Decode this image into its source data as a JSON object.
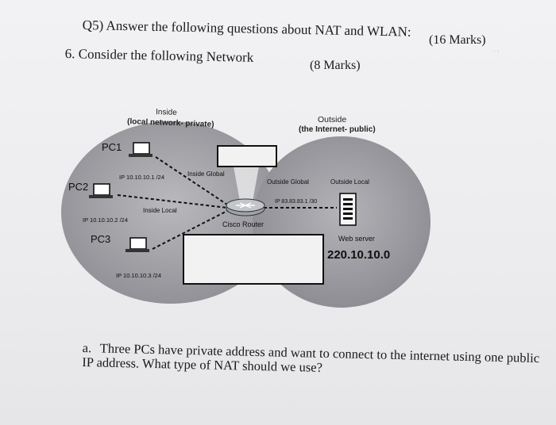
{
  "question": {
    "title": "Q5) Answer the following questions about NAT and WLAN:",
    "marks": "(16 Marks)"
  },
  "item6": {
    "label": "6. Consider the following Network",
    "marks": "(8 Marks)"
  },
  "network": {
    "inside_heading": "Inside",
    "inside_sub": "(local network- private)",
    "outside_heading": "Outside",
    "outside_sub": "(the Internet- public)",
    "pc1": "PC1",
    "pc2": "PC2",
    "pc3": "PC3",
    "pc1_ip": "IP 10.10.10.1 /24",
    "pc2_ip": "IP 10.10.10.2 /24",
    "pc3_ip": "IP 10.10.10.3 /24",
    "inside_global": "Inside Global",
    "inside_local": "Inside Local",
    "outside_global": "Outside Global",
    "outside_local": "Outside Local",
    "router_ip": "IP 83.83.83.1 /30",
    "router": "Cisco Router",
    "web_server": "Web server",
    "web_server_ip": "220.10.10.0"
  },
  "subquestion_a": {
    "label": "a.",
    "text": "Three PCs have private address and want to connect to the internet using one public IP address. What type of NAT should we use?"
  }
}
